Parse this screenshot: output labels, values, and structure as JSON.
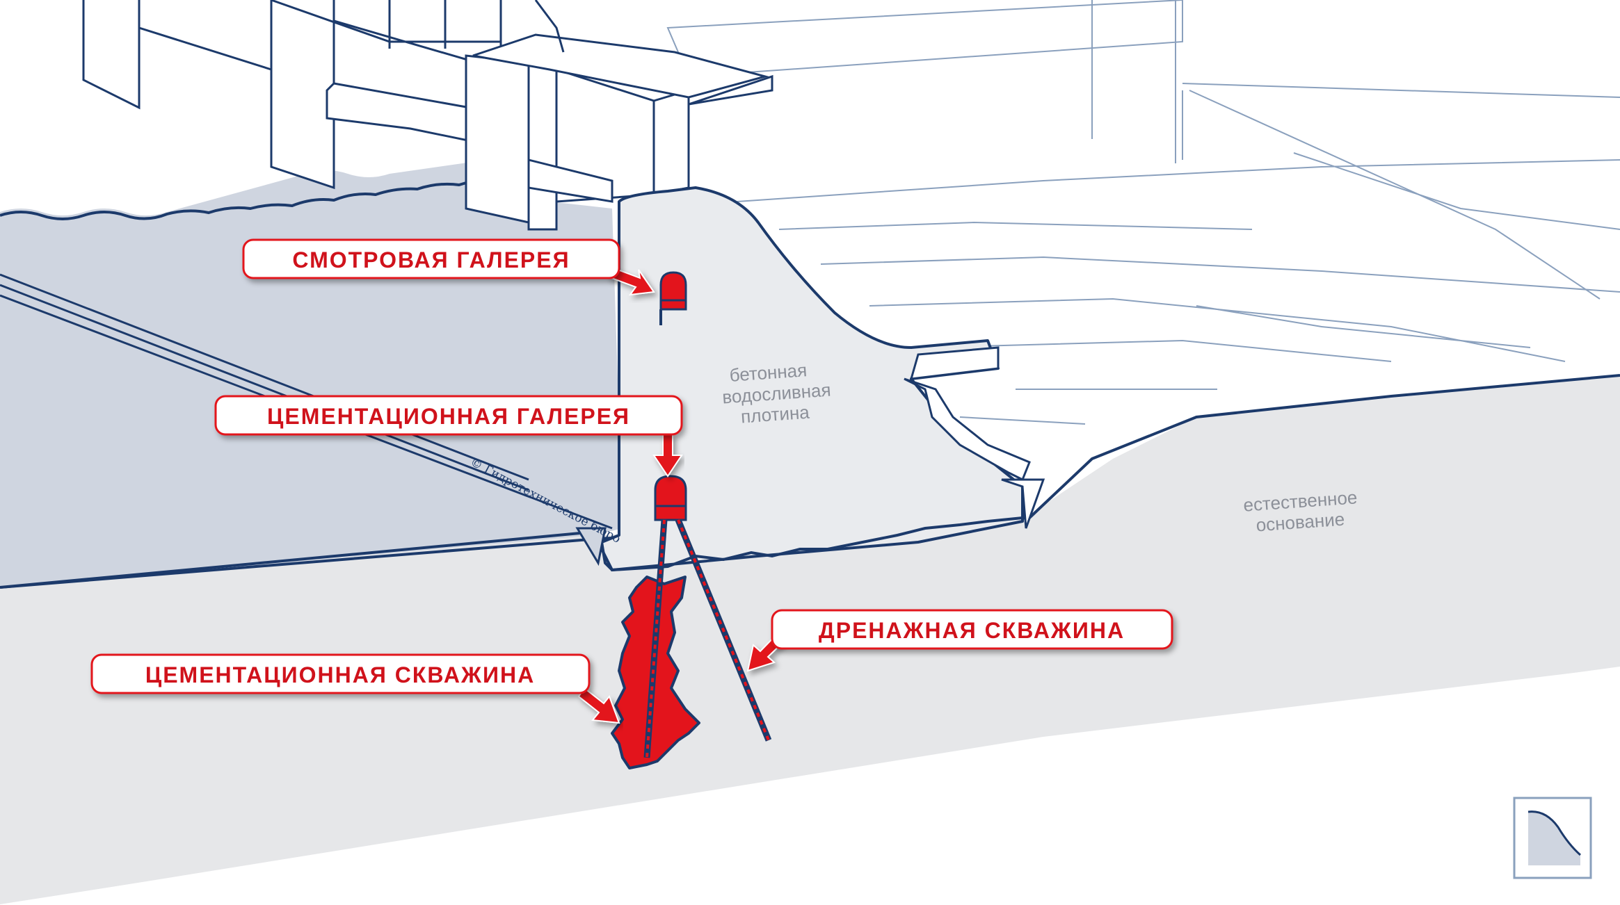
{
  "labels": {
    "inspection_gallery": "СМОТРОВАЯ ГАЛЕРЕЯ",
    "grouting_gallery": "ЦЕМЕНТАЦИОННАЯ ГАЛЕРЕЯ",
    "drainage_borehole": "ДРЕНАЖНАЯ СКВАЖИНА",
    "grouting_borehole": "ЦЕМЕНТАЦИОННАЯ СКВАЖИНА"
  },
  "dam_caption": [
    "бетонная",
    "водосливная",
    "плотина"
  ],
  "foundation_caption": [
    "естественное",
    "основание"
  ],
  "credit": "© Гидротехническое бюро",
  "colors": {
    "accent_red": "#e3141c",
    "outline_navy": "#1c3a6b",
    "water_fill": "#cfd5e0",
    "concrete_fill": "#e9ebee",
    "ground_fill": "#e6e7e9"
  },
  "icons": [
    "arrow-icon",
    "dam-logo-icon"
  ]
}
